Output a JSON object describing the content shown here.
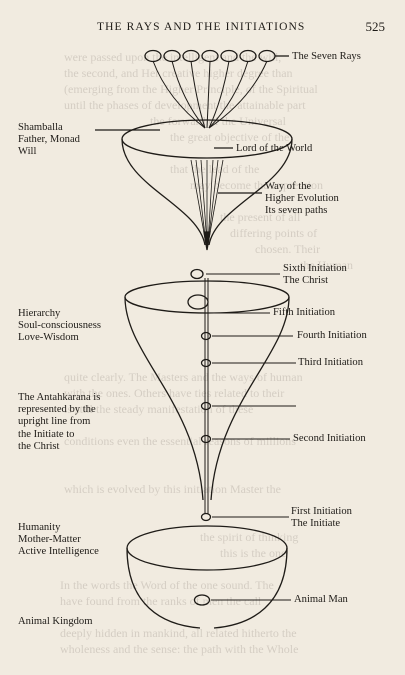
{
  "header": {
    "running_head": "THE RAYS AND THE INITIATIONS",
    "page_number": "525"
  },
  "labels": {
    "seven_rays": "The Seven Rays",
    "shamballa": [
      "Shamballa",
      "Father, Monad",
      "Will"
    ],
    "lord_of_world": "Lord of the World",
    "way_of_evolution": [
      "Way of the",
      "Higher Evolution",
      "Its seven paths"
    ],
    "sixth_initiation": [
      "Sixth Initiation",
      "The Christ"
    ],
    "hierarchy": [
      "Hierarchy",
      "Soul-consciousness",
      "Love-Wisdom"
    ],
    "fifth_initiation": "Fifth Initiation",
    "fourth_initiation": "Fourth Initiation",
    "third_initiation": "Third Initiation",
    "antahkarana": [
      "The Antahkarana is",
      "represented by the",
      "upright line from",
      "the Initiate to",
      "the Christ"
    ],
    "second_initiation": "Second Initiation",
    "first_initiation": [
      "First Initiation",
      "The Initiate"
    ],
    "humanity": [
      "Humanity",
      "Mother-Matter",
      "Active Intelligence"
    ],
    "animal_man": "Animal Man",
    "animal_kingdom": "Animal Kingdom"
  }
}
